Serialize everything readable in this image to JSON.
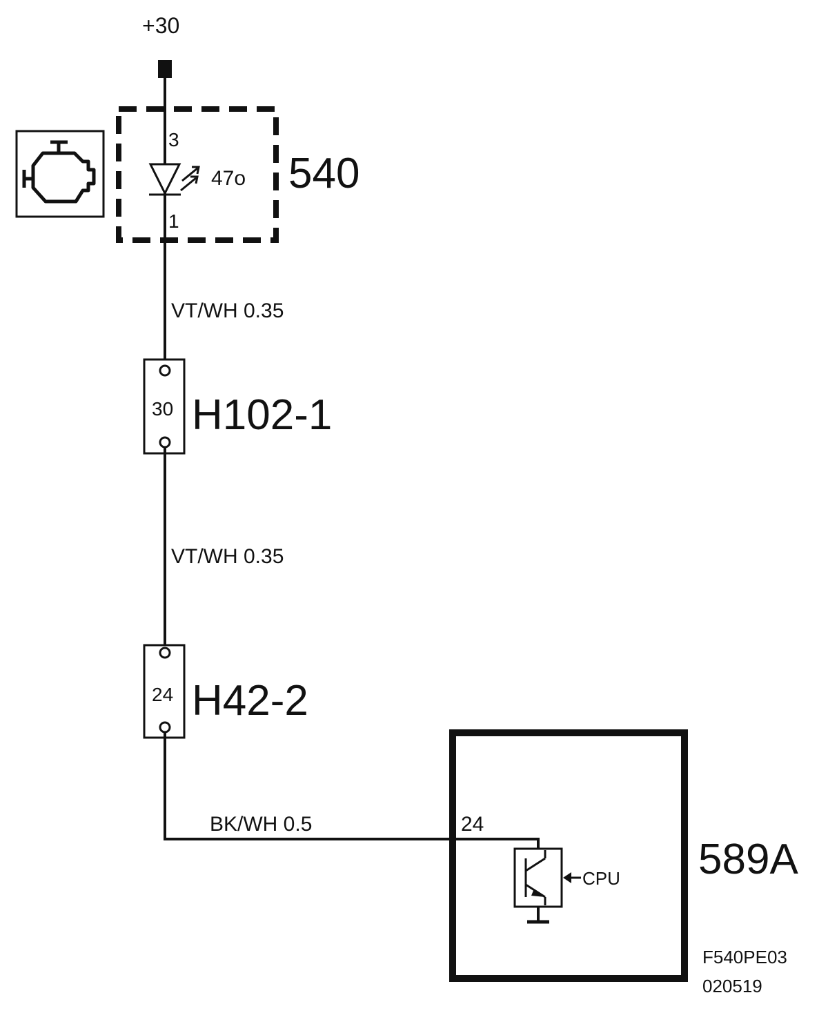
{
  "supply": {
    "label": "+30"
  },
  "component_540": {
    "ref": "540",
    "pin_top": "3",
    "pin_bottom": "1",
    "lamp_value": "47o",
    "icon": "engine-check-icon"
  },
  "wire_1": {
    "label": "VT/WH  0.35"
  },
  "connector_h102": {
    "ref": "H102-1",
    "pin": "30"
  },
  "wire_2": {
    "label": "VT/WH  0.35"
  },
  "connector_h42": {
    "ref": "H42-2",
    "pin": "24"
  },
  "wire_3": {
    "label": "BK/WH 0.5"
  },
  "module_589a": {
    "ref": "589A",
    "pin": "24",
    "driver_label": "CPU",
    "driver_icon": "transistor-icon",
    "ground_icon": "ground-icon"
  },
  "drawing_code": {
    "line1": "F540PE03",
    "line2": "020519"
  }
}
